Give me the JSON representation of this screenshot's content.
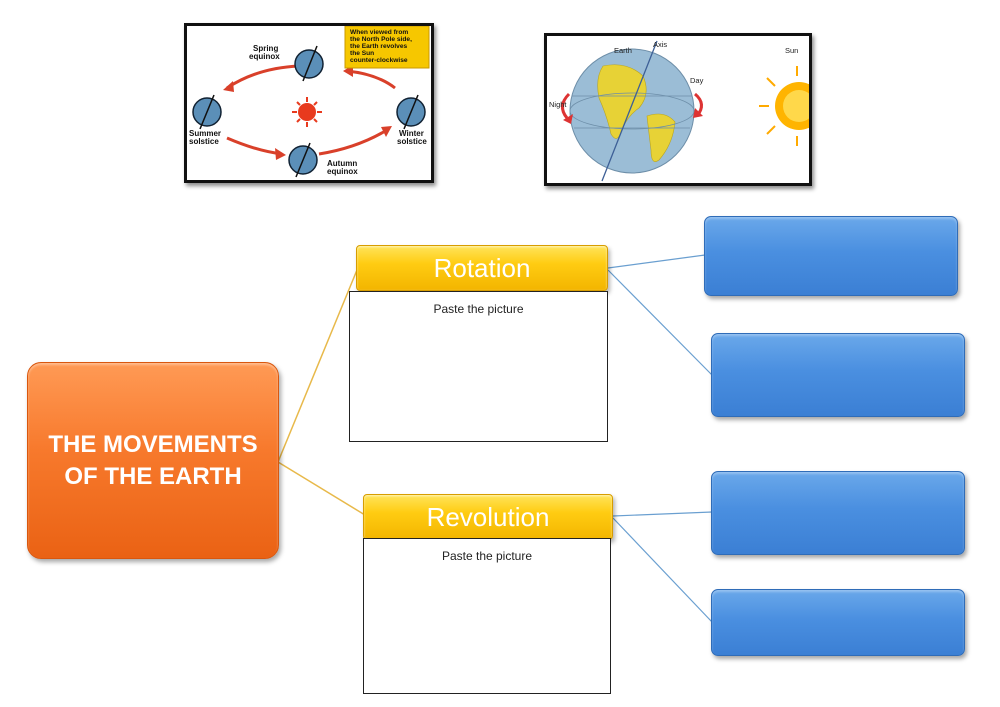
{
  "top_images": {
    "revolution_diagram": {
      "labels": {
        "spring_equinox": "Spring\nequinox",
        "summer_solstice": "Summer\nsolstice",
        "autumn_equinox": "Autumn\nequinox",
        "winter_solstice": "Winter\nsolstice",
        "note": "When viewed from\nthe North Pole side,\nthe Earth revolves\nthe Sun\ncounter-clockwise"
      }
    },
    "rotation_diagram": {
      "labels": {
        "earth": "Earth",
        "axis": "Axis",
        "sun": "Sun",
        "day": "Day",
        "night": "Night"
      }
    }
  },
  "main_topic": {
    "text": "THE MOVEMENTS OF THE EARTH"
  },
  "branches": [
    {
      "title": "Rotation",
      "placeholder": "Paste the picture",
      "answer_boxes": [
        "",
        ""
      ]
    },
    {
      "title": "Revolution",
      "placeholder": "Paste the picture",
      "answer_boxes": [
        "",
        ""
      ]
    }
  ],
  "colors": {
    "main_node": "#f47a2e",
    "branch_header": "#ffcc12",
    "answer_box": "#4a8fe0",
    "connector_yellow": "#e8b94a",
    "connector_blue": "#6a9fd0"
  }
}
